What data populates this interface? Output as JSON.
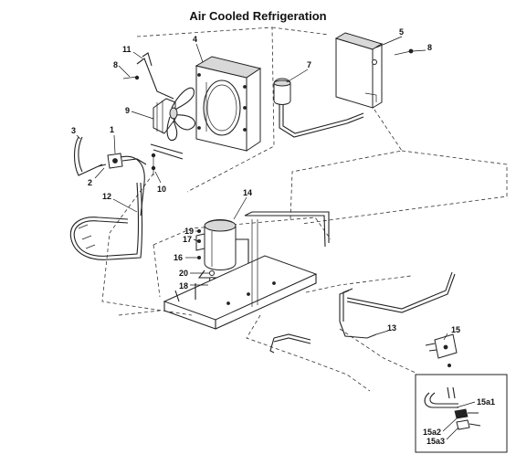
{
  "title": "Air Cooled Refrigeration",
  "callouts": {
    "c1": "1",
    "c2": "2",
    "c3": "3",
    "c4": "4",
    "c5": "5",
    "c7": "7",
    "c8a": "8",
    "c8b": "8",
    "c9": "9",
    "c10": "10",
    "c11": "11",
    "c12": "12",
    "c13": "13",
    "c14": "14",
    "c15": "15",
    "c16": "16",
    "c17": "17",
    "c18": "18",
    "c19": "19",
    "c20": "20"
  },
  "inset": {
    "c15a1": "15a1",
    "c15a2": "15a2",
    "c15a3": "15a3"
  }
}
